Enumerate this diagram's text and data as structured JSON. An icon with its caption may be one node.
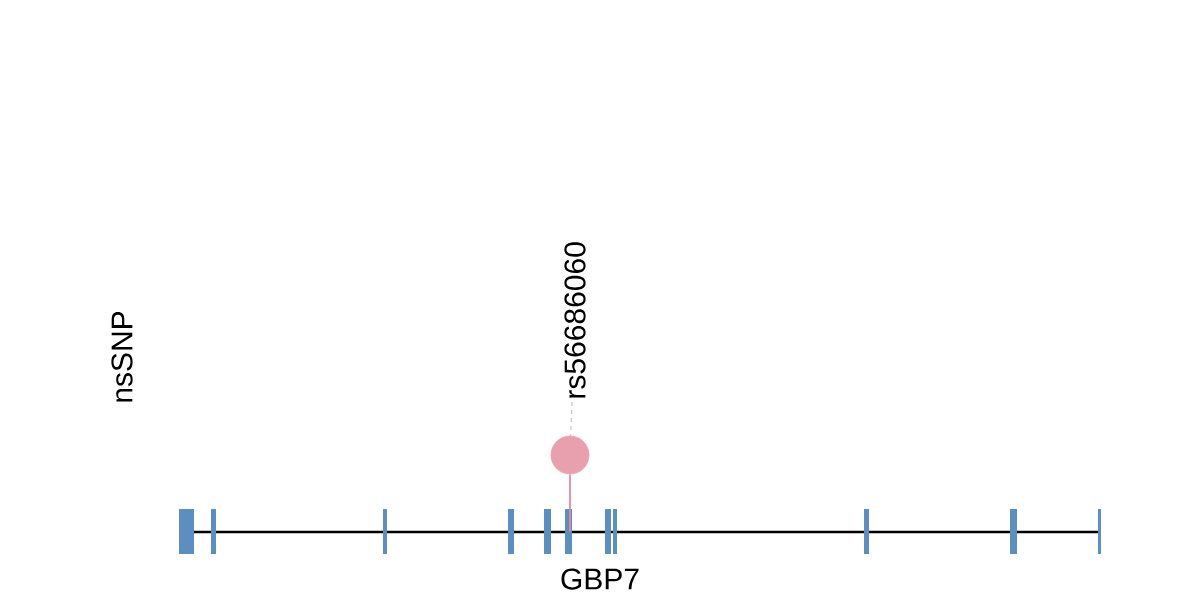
{
  "diagram": {
    "nodes": [
      {
        "text": [
          "rs56686060"
        ]
      },
      {
        "text": [],
        "shape": "circle"
      },
      {
        "text": [
          "GBP7"
        ]
      }
    ],
    "edges": [
      {
        "from": 0,
        "to": 1,
        "arrow": "none",
        "style": "dashed",
        "color": "#aaaaaa"
      },
      {
        "from": 1,
        "to": 2,
        "arrow": "none"
      }
    ],
    "labels": [
      "nsSNP"
    ]
  }
}
